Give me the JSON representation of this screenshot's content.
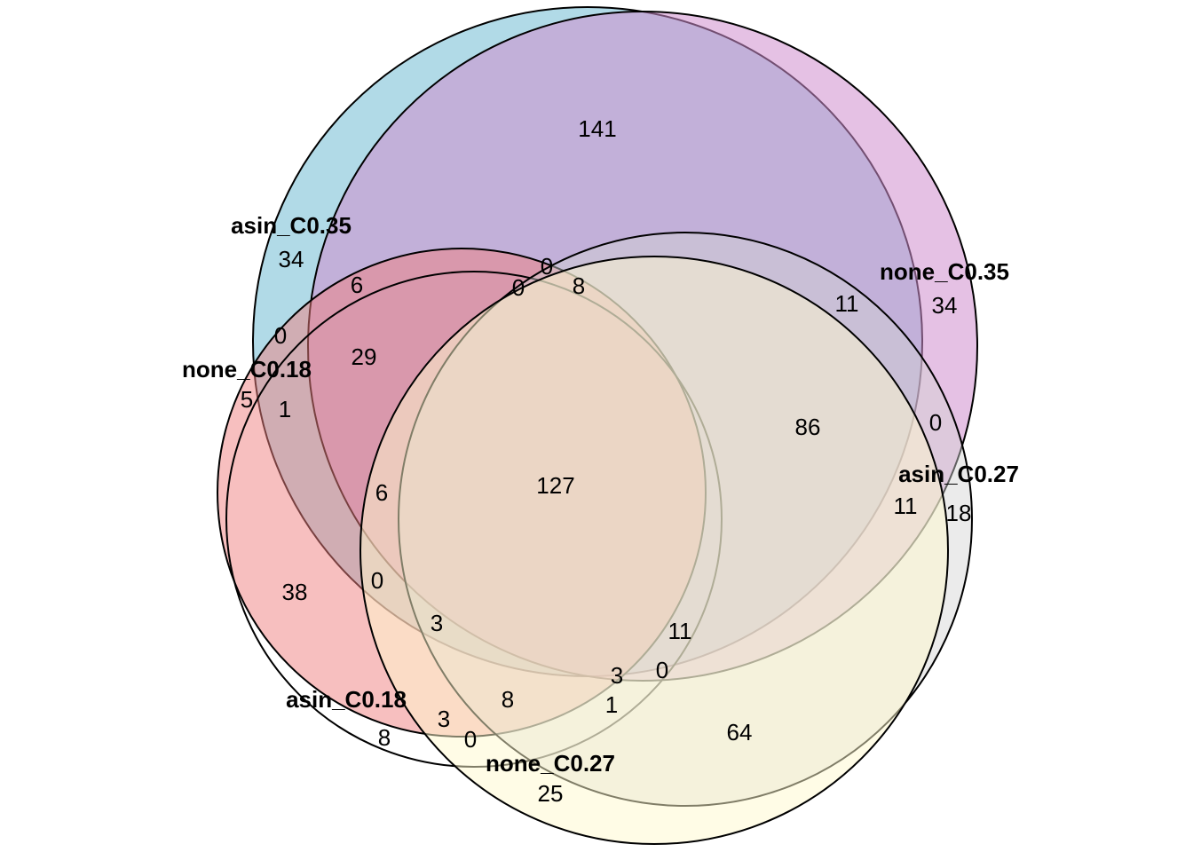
{
  "sets": [
    {
      "name": "asin_C0.35",
      "count": "34",
      "color": "#ADD8E6"
    },
    {
      "name": "none_C0.35",
      "count": "34",
      "color": "#D08ECE"
    },
    {
      "name": "none_C0.18",
      "count": "5",
      "color": "#F08080"
    },
    {
      "name": "asin_C0.18",
      "count": "8",
      "color": "#FFFFFF"
    },
    {
      "name": "asin_C0.27",
      "count": "18",
      "color": "#D3D3D3"
    },
    {
      "name": "none_C0.27",
      "count": "25",
      "color": "#FFFACD"
    }
  ],
  "regions": [
    "141",
    "6",
    "0",
    "0",
    "8",
    "11",
    "29",
    "0",
    "1",
    "86",
    "0",
    "127",
    "6",
    "11",
    "38",
    "0",
    "3",
    "11",
    "3",
    "0",
    "8",
    "1",
    "3",
    "64",
    "0"
  ]
}
